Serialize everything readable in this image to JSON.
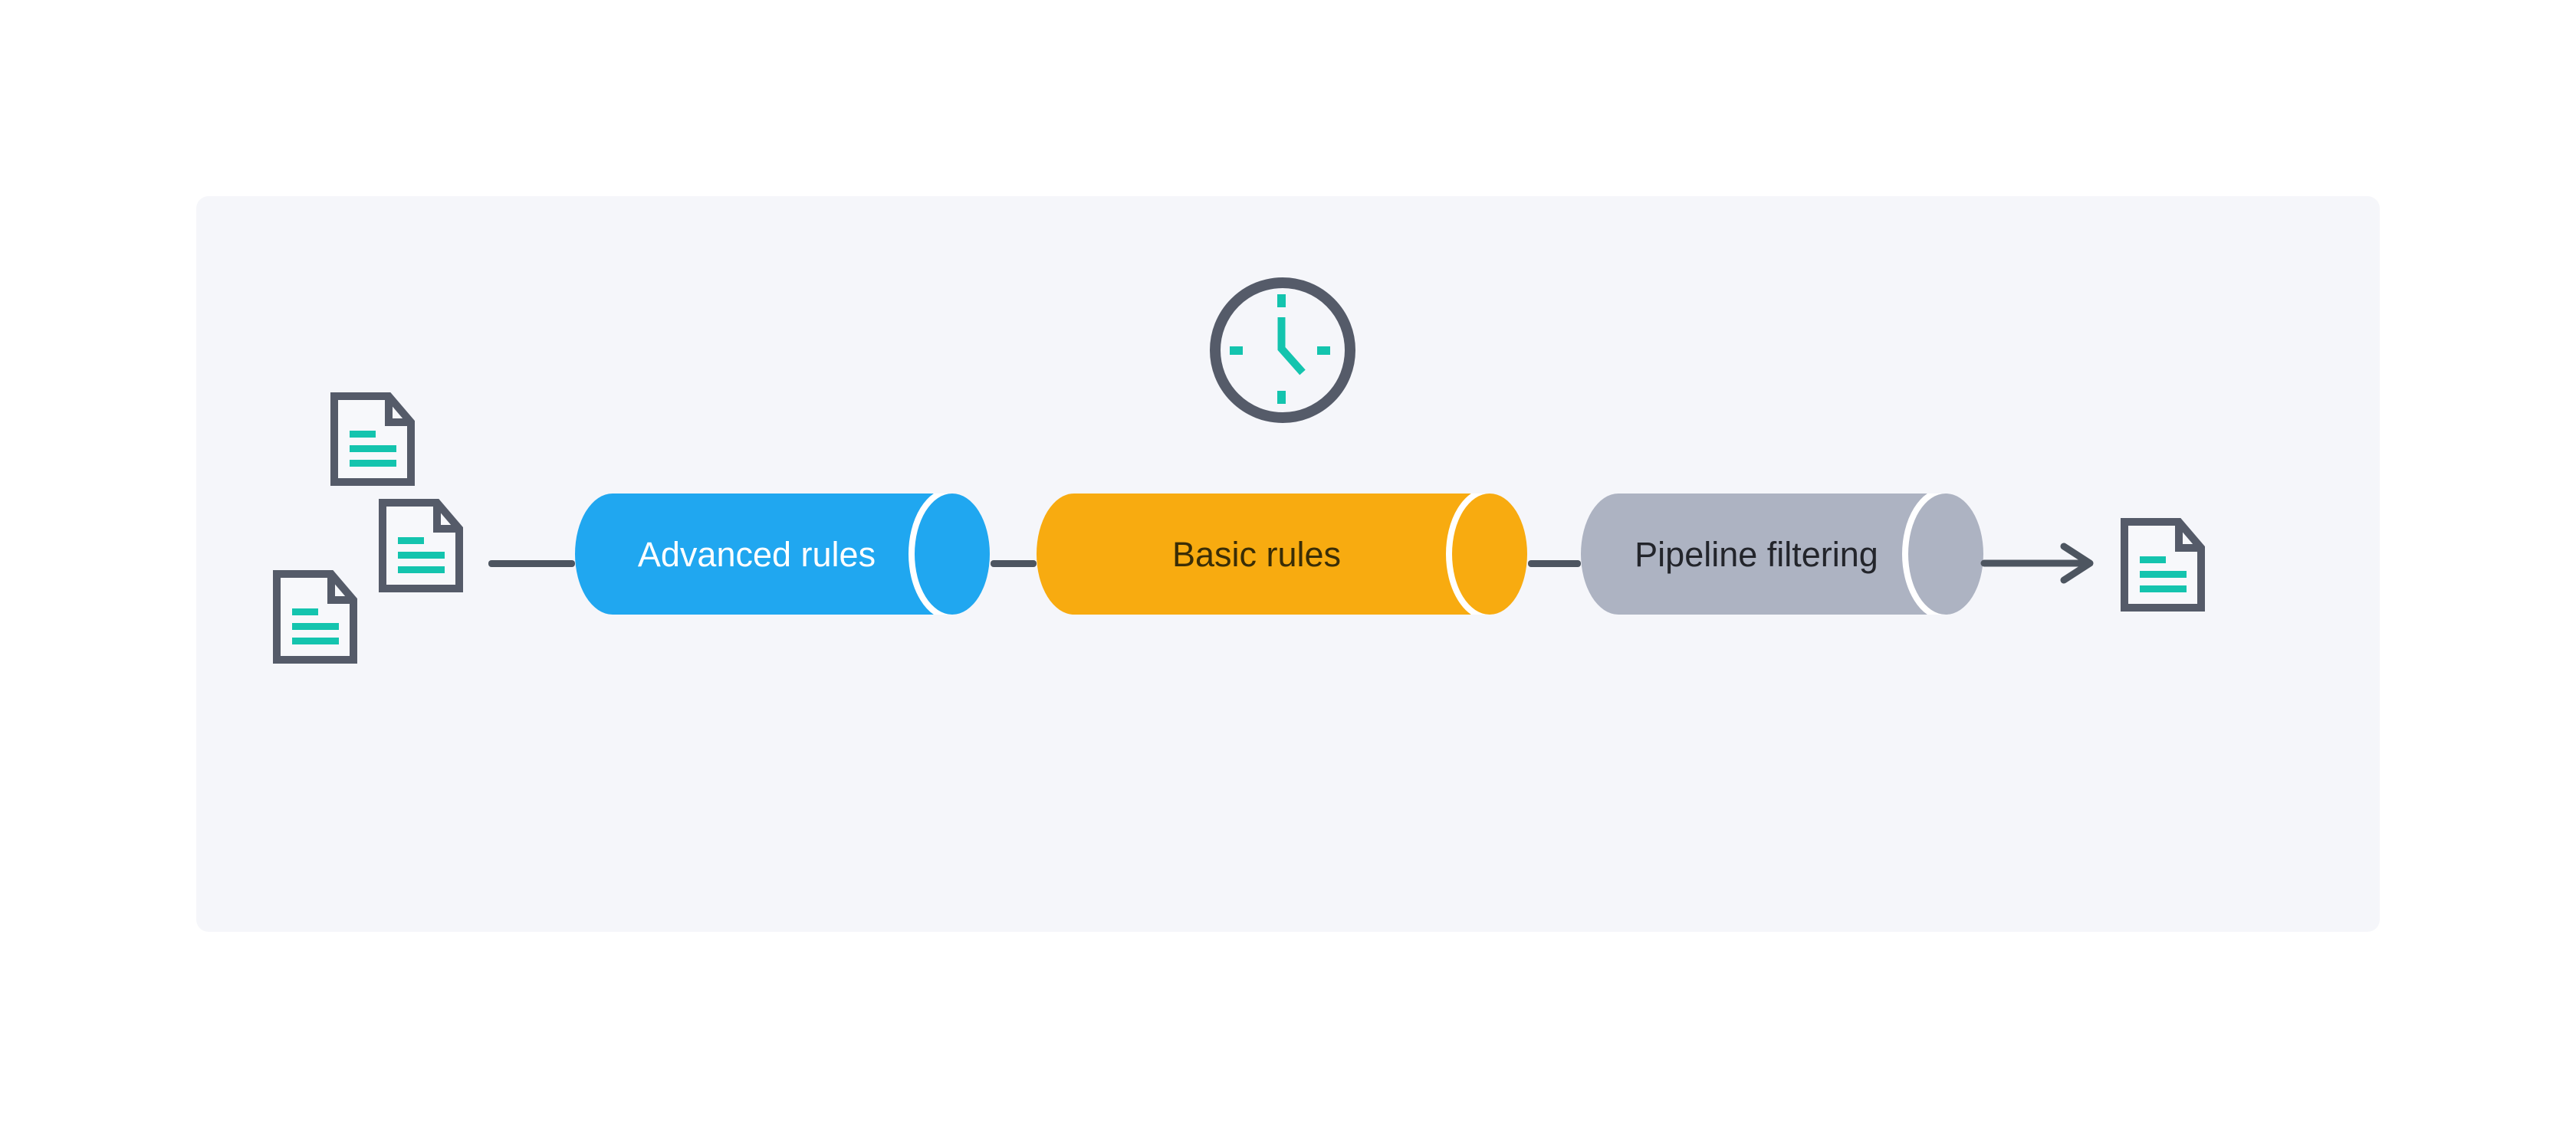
{
  "canvas": {
    "background": "#ffffff",
    "panel_background": "#f5f6fa"
  },
  "palette": {
    "icon_outline_dark": "#555b69",
    "connector_dark": "#4d5560",
    "accent_teal": "#14c4ae",
    "cap_gap_white": "#ffffff"
  },
  "stages": [
    {
      "label": "Advanced rules",
      "fill": "#20a7f0",
      "text_color": "#ffffff"
    },
    {
      "label": "Basic rules",
      "fill": "#f8ab10",
      "text_color": "#3a2d06"
    },
    {
      "label": "Pipeline filtering",
      "fill": "#adb3c2",
      "text_color": "#23252b"
    }
  ],
  "flow": {
    "input_document_count": 3,
    "output_document_count": 1,
    "icons": [
      "document-icon",
      "clock-icon",
      "arrow-icon"
    ]
  }
}
